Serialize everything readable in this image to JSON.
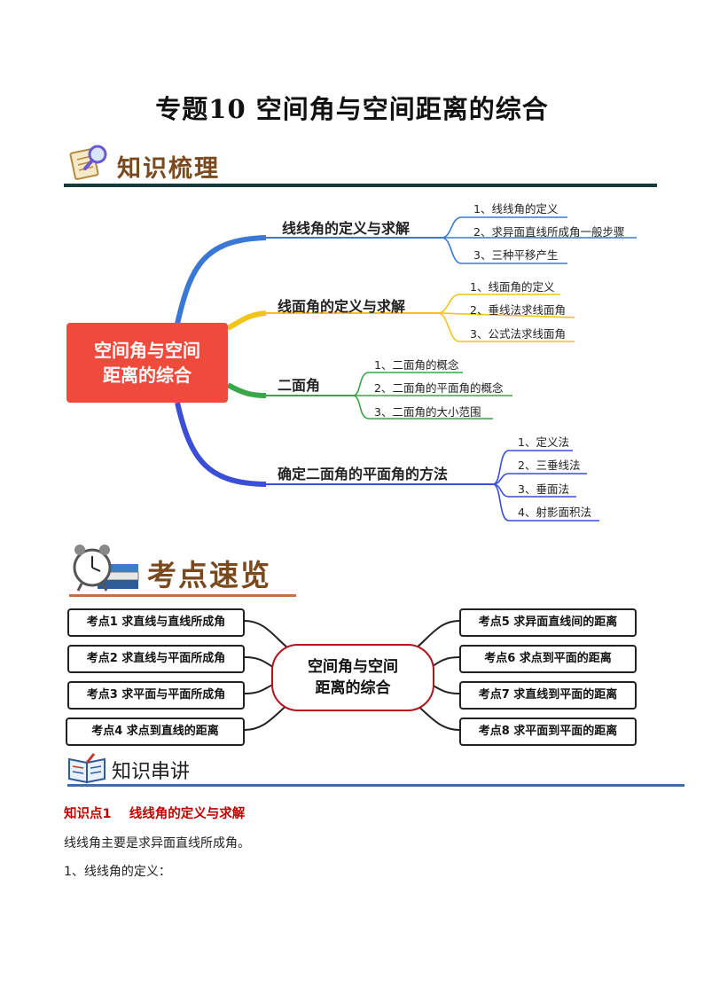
{
  "title": "专题10  空间角与空间距离的综合",
  "section1": {
    "heading": "知识梳理"
  },
  "mindmap": {
    "root": [
      "空间角与空间",
      "距离的综合"
    ],
    "branches": [
      {
        "label": "线线角的定义与求解",
        "color": "#3a78d6",
        "items": [
          "1、线线角的定义",
          "2、求异面直线所成角一般步骤",
          "3、三种平移产生"
        ]
      },
      {
        "label": "线面角的定义与求解",
        "color": "#f0c419",
        "items": [
          "1、线面角的定义",
          "2、垂线法求线面角",
          "3、公式法求线面角"
        ]
      },
      {
        "label": "二面角",
        "color": "#3ba54a",
        "items": [
          "1、二面角的概念",
          "2、二面角的平面角的概念",
          "3、二面角的大小范围"
        ]
      },
      {
        "label": "确定二面角的平面角的方法",
        "color": "#3b4fd6",
        "items": [
          "1、定义法",
          "2、三垂线法",
          "3、垂面法",
          "4、射影面积法"
        ]
      }
    ]
  },
  "section2": {
    "heading": "考点速览"
  },
  "kaodian": {
    "center": [
      "空间角与空间",
      "距离的综合"
    ],
    "left": [
      "考点1  求直线与直线所成角",
      "考点2  求直线与平面所成角",
      "考点3  求平面与平面所成角",
      "考点4  求点到直线的距离"
    ],
    "right": [
      "考点5  求异面直线间的距离",
      "考点6  求点到平面的距离",
      "考点7  求直线到平面的距离",
      "考点8  求平面到平面的距离"
    ]
  },
  "section3": {
    "heading": "知识串讲"
  },
  "knowledge": {
    "point_title": "知识点1    线线角的定义与求解",
    "para1": "线线角主要是求异面直线所成角。",
    "para2": "1、线线角的定义："
  },
  "colors": {
    "accent_red": "#c00000",
    "root_fill": "#ef4a3c",
    "heading_brown": "#7a4a1e"
  }
}
